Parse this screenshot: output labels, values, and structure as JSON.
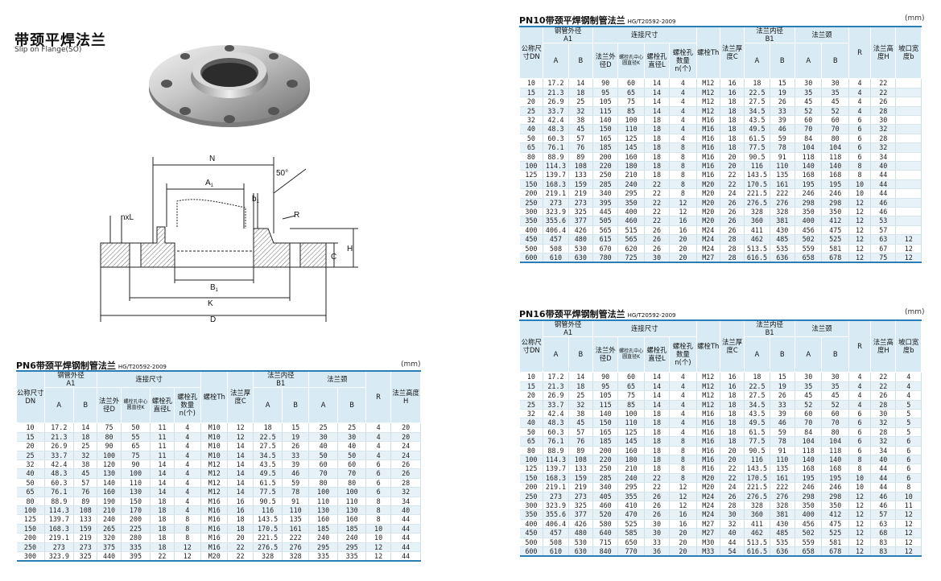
{
  "page": {
    "title": "带颈平焊法兰",
    "subtitle": "Slip on Flange(SO)"
  },
  "drawing": {
    "labels": {
      "N": "N",
      "A1": "A",
      "A1_sub": "1",
      "b1": "b",
      "b1_sub": "1",
      "angle": "50°",
      "R": "R",
      "nxL": "nxL",
      "C": "C",
      "H": "H",
      "B1": "B",
      "B1_sub": "1",
      "K": "K",
      "D": "D"
    }
  },
  "headers": {
    "dn": "公称尺寸DN",
    "pipe_od": "钢管外径",
    "pipe_od_sub": "A1",
    "connect": "连接尺寸",
    "flange_od": "法兰外径D",
    "bolt_circle": "螺栓孔中心圆直径K",
    "bolt_hole": "螺栓孔直径L",
    "bolt_num": "螺栓孔数量n(个)",
    "thread": "螺栓Th",
    "thickness": "法兰厚度C",
    "bore": "法兰内径",
    "bore_sub": "B1",
    "neck": "法兰颈",
    "R": "R",
    "height": "法兰高度H",
    "bevel": "坡口宽度b",
    "A": "A",
    "B": "B",
    "height_short": "法兰高度H"
  },
  "tables": {
    "pn6": {
      "title": "PN6带颈平焊钢制管法兰",
      "standard": "HG/T20592-2009",
      "unit": "(mm)",
      "rows": [
        [
          "10",
          "17.2",
          "14",
          "75",
          "50",
          "11",
          "4",
          "M10",
          "12",
          "18",
          "15",
          "25",
          "25",
          "4",
          "20"
        ],
        [
          "15",
          "21.3",
          "18",
          "80",
          "55",
          "11",
          "4",
          "M10",
          "12",
          "22.5",
          "19",
          "30",
          "30",
          "4",
          "20"
        ],
        [
          "20",
          "26.9",
          "25",
          "90",
          "65",
          "11",
          "4",
          "M10",
          "14",
          "27.5",
          "26",
          "40",
          "40",
          "4",
          "24"
        ],
        [
          "25",
          "33.7",
          "32",
          "100",
          "75",
          "11",
          "4",
          "M10",
          "14",
          "34.5",
          "33",
          "50",
          "50",
          "4",
          "24"
        ],
        [
          "32",
          "42.4",
          "38",
          "120",
          "90",
          "14",
          "4",
          "M12",
          "14",
          "43.5",
          "39",
          "60",
          "60",
          "6",
          "26"
        ],
        [
          "40",
          "48.3",
          "45",
          "130",
          "100",
          "14",
          "4",
          "M12",
          "14",
          "49.5",
          "46",
          "70",
          "70",
          "6",
          "26"
        ],
        [
          "50",
          "60.3",
          "57",
          "140",
          "110",
          "14",
          "4",
          "M12",
          "14",
          "61.5",
          "59",
          "80",
          "80",
          "6",
          "28"
        ],
        [
          "65",
          "76.1",
          "76",
          "160",
          "130",
          "14",
          "4",
          "M12",
          "14",
          "77.5",
          "78",
          "100",
          "100",
          "6",
          "32"
        ],
        [
          "80",
          "88.9",
          "89",
          "190",
          "150",
          "18",
          "4",
          "M16",
          "16",
          "90.5",
          "91",
          "110",
          "110",
          "8",
          "34"
        ],
        [
          "100",
          "114.3",
          "108",
          "210",
          "170",
          "18",
          "4",
          "M16",
          "16",
          "116",
          "110",
          "130",
          "130",
          "8",
          "40"
        ],
        [
          "125",
          "139.7",
          "133",
          "240",
          "200",
          "18",
          "8",
          "M16",
          "18",
          "143.5",
          "135",
          "160",
          "160",
          "8",
          "44"
        ],
        [
          "150",
          "168.3",
          "159",
          "265",
          "225",
          "18",
          "8",
          "M16",
          "18",
          "170.5",
          "161",
          "185",
          "185",
          "10",
          "44"
        ],
        [
          "200",
          "219.1",
          "219",
          "320",
          "280",
          "18",
          "8",
          "M16",
          "20",
          "221.5",
          "222",
          "240",
          "240",
          "10",
          "44"
        ],
        [
          "250",
          "273",
          "273",
          "375",
          "335",
          "18",
          "12",
          "M16",
          "22",
          "276.5",
          "276",
          "295",
          "295",
          "12",
          "44"
        ],
        [
          "300",
          "323.9",
          "325",
          "440",
          "395",
          "22",
          "12",
          "M20",
          "22",
          "328",
          "328",
          "335",
          "335",
          "12",
          "44"
        ]
      ]
    },
    "pn10": {
      "title": "PN10带颈平焊钢制管法兰",
      "standard": "HG/T20592-2009",
      "unit": "(mm)",
      "rows": [
        [
          "10",
          "17.2",
          "14",
          "90",
          "60",
          "14",
          "4",
          "M12",
          "16",
          "18",
          "15",
          "30",
          "30",
          "4",
          "22",
          ""
        ],
        [
          "15",
          "21.3",
          "18",
          "95",
          "65",
          "14",
          "4",
          "M12",
          "16",
          "22.5",
          "19",
          "35",
          "35",
          "4",
          "22",
          ""
        ],
        [
          "20",
          "26.9",
          "25",
          "105",
          "75",
          "14",
          "4",
          "M12",
          "18",
          "27.5",
          "26",
          "45",
          "45",
          "4",
          "26",
          ""
        ],
        [
          "25",
          "33.7",
          "32",
          "115",
          "85",
          "14",
          "4",
          "M12",
          "18",
          "34.5",
          "33",
          "52",
          "52",
          "4",
          "28",
          ""
        ],
        [
          "32",
          "42.4",
          "38",
          "140",
          "100",
          "18",
          "4",
          "M16",
          "18",
          "43.5",
          "39",
          "60",
          "60",
          "6",
          "30",
          ""
        ],
        [
          "40",
          "48.3",
          "45",
          "150",
          "110",
          "18",
          "4",
          "M16",
          "18",
          "49.5",
          "46",
          "70",
          "70",
          "6",
          "32",
          ""
        ],
        [
          "50",
          "60.3",
          "57",
          "165",
          "125",
          "18",
          "4",
          "M16",
          "18",
          "61.5",
          "59",
          "84",
          "80",
          "6",
          "28",
          ""
        ],
        [
          "65",
          "76.1",
          "76",
          "185",
          "145",
          "18",
          "8",
          "M16",
          "18",
          "77.5",
          "78",
          "104",
          "104",
          "6",
          "32",
          ""
        ],
        [
          "80",
          "88.9",
          "89",
          "200",
          "160",
          "18",
          "8",
          "M16",
          "20",
          "90.5",
          "91",
          "118",
          "118",
          "6",
          "34",
          ""
        ],
        [
          "100",
          "114.3",
          "108",
          "220",
          "180",
          "18",
          "8",
          "M16",
          "20",
          "116",
          "110",
          "140",
          "140",
          "8",
          "40",
          ""
        ],
        [
          "125",
          "139.7",
          "133",
          "250",
          "210",
          "18",
          "8",
          "M16",
          "22",
          "143.5",
          "135",
          "168",
          "168",
          "8",
          "44",
          ""
        ],
        [
          "150",
          "168.3",
          "159",
          "285",
          "240",
          "22",
          "8",
          "M20",
          "22",
          "170.5",
          "161",
          "195",
          "195",
          "10",
          "44",
          ""
        ],
        [
          "200",
          "219.1",
          "219",
          "340",
          "295",
          "22",
          "8",
          "M20",
          "24",
          "221.5",
          "222",
          "246",
          "246",
          "10",
          "44",
          ""
        ],
        [
          "250",
          "273",
          "273",
          "395",
          "350",
          "22",
          "12",
          "M20",
          "26",
          "276.5",
          "276",
          "298",
          "298",
          "12",
          "46",
          ""
        ],
        [
          "300",
          "323.9",
          "325",
          "445",
          "400",
          "22",
          "12",
          "M20",
          "26",
          "328",
          "328",
          "350",
          "350",
          "12",
          "46",
          ""
        ],
        [
          "350",
          "355.6",
          "377",
          "505",
          "460",
          "22",
          "16",
          "M20",
          "26",
          "360",
          "381",
          "400",
          "412",
          "12",
          "53",
          ""
        ],
        [
          "400",
          "406.4",
          "426",
          "565",
          "515",
          "26",
          "16",
          "M24",
          "26",
          "411",
          "430",
          "456",
          "475",
          "12",
          "57",
          ""
        ],
        [
          "450",
          "457",
          "480",
          "615",
          "565",
          "26",
          "20",
          "M24",
          "28",
          "462",
          "485",
          "502",
          "525",
          "12",
          "63",
          "12"
        ],
        [
          "500",
          "508",
          "530",
          "670",
          "620",
          "26",
          "20",
          "M24",
          "28",
          "513.5",
          "535",
          "559",
          "581",
          "12",
          "67",
          "12"
        ],
        [
          "600",
          "610",
          "630",
          "780",
          "725",
          "30",
          "20",
          "M27",
          "28",
          "616.5",
          "636",
          "658",
          "678",
          "12",
          "75",
          "12"
        ]
      ]
    },
    "pn16": {
      "title": "PN16带颈平焊钢制管法兰",
      "standard": "HG/T20592-2009",
      "unit": "(mm)",
      "rows": [
        [
          "10",
          "17.2",
          "14",
          "90",
          "60",
          "14",
          "4",
          "M12",
          "16",
          "18",
          "15",
          "30",
          "30",
          "4",
          "22",
          "4"
        ],
        [
          "15",
          "21.3",
          "18",
          "95",
          "65",
          "14",
          "4",
          "M12",
          "16",
          "22.5",
          "19",
          "35",
          "35",
          "4",
          "22",
          "4"
        ],
        [
          "20",
          "26.9",
          "25",
          "105",
          "75",
          "14",
          "4",
          "M12",
          "18",
          "27.5",
          "26",
          "45",
          "45",
          "4",
          "26",
          "4"
        ],
        [
          "25",
          "33.7",
          "32",
          "115",
          "85",
          "14",
          "4",
          "M12",
          "18",
          "34.5",
          "33",
          "52",
          "52",
          "4",
          "28",
          "5"
        ],
        [
          "32",
          "42.4",
          "38",
          "140",
          "100",
          "18",
          "4",
          "M16",
          "18",
          "43.5",
          "39",
          "60",
          "60",
          "6",
          "30",
          "5"
        ],
        [
          "40",
          "48.3",
          "45",
          "150",
          "110",
          "18",
          "4",
          "M16",
          "18",
          "49.5",
          "46",
          "70",
          "70",
          "6",
          "32",
          "5"
        ],
        [
          "50",
          "60.3",
          "57",
          "165",
          "125",
          "18",
          "4",
          "M16",
          "18",
          "61.5",
          "59",
          "84",
          "80",
          "6",
          "28",
          "5"
        ],
        [
          "65",
          "76.1",
          "76",
          "185",
          "145",
          "18",
          "8",
          "M16",
          "18",
          "77.5",
          "78",
          "104",
          "104",
          "6",
          "32",
          "6"
        ],
        [
          "80",
          "88.9",
          "89",
          "200",
          "160",
          "18",
          "8",
          "M16",
          "20",
          "90.5",
          "91",
          "118",
          "118",
          "6",
          "34",
          "6"
        ],
        [
          "100",
          "114.3",
          "108",
          "220",
          "180",
          "18",
          "8",
          "M16",
          "20",
          "116",
          "110",
          "140",
          "140",
          "8",
          "40",
          "6"
        ],
        [
          "125",
          "139.7",
          "133",
          "250",
          "210",
          "18",
          "8",
          "M16",
          "22",
          "143.5",
          "135",
          "168",
          "168",
          "8",
          "44",
          "6"
        ],
        [
          "150",
          "168.3",
          "159",
          "285",
          "240",
          "22",
          "8",
          "M20",
          "22",
          "170.5",
          "161",
          "195",
          "195",
          "10",
          "44",
          "6"
        ],
        [
          "200",
          "219.1",
          "219",
          "340",
          "295",
          "22",
          "12",
          "M20",
          "24",
          "221.5",
          "222",
          "246",
          "246",
          "10",
          "44",
          "8"
        ],
        [
          "250",
          "273",
          "273",
          "405",
          "355",
          "26",
          "12",
          "M24",
          "26",
          "276.5",
          "276",
          "298",
          "298",
          "12",
          "46",
          "10"
        ],
        [
          "300",
          "323.9",
          "325",
          "460",
          "410",
          "26",
          "12",
          "M24",
          "28",
          "328",
          "328",
          "350",
          "350",
          "12",
          "46",
          "11"
        ],
        [
          "350",
          "355.6",
          "377",
          "520",
          "470",
          "26",
          "16",
          "M24",
          "30",
          "360",
          "381",
          "400",
          "412",
          "12",
          "57",
          "12"
        ],
        [
          "400",
          "406.4",
          "426",
          "580",
          "525",
          "30",
          "16",
          "M27",
          "32",
          "411",
          "430",
          "456",
          "475",
          "12",
          "63",
          "12"
        ],
        [
          "450",
          "457",
          "480",
          "640",
          "585",
          "30",
          "20",
          "M27",
          "40",
          "462",
          "485",
          "502",
          "525",
          "12",
          "68",
          "12"
        ],
        [
          "500",
          "508",
          "530",
          "715",
          "650",
          "33",
          "20",
          "M30",
          "44",
          "513.5",
          "535",
          "559",
          "581",
          "12",
          "83",
          "12"
        ],
        [
          "600",
          "610",
          "630",
          "840",
          "770",
          "36",
          "20",
          "M33",
          "54",
          "616.5",
          "636",
          "658",
          "678",
          "12",
          "83",
          "12"
        ]
      ]
    }
  }
}
